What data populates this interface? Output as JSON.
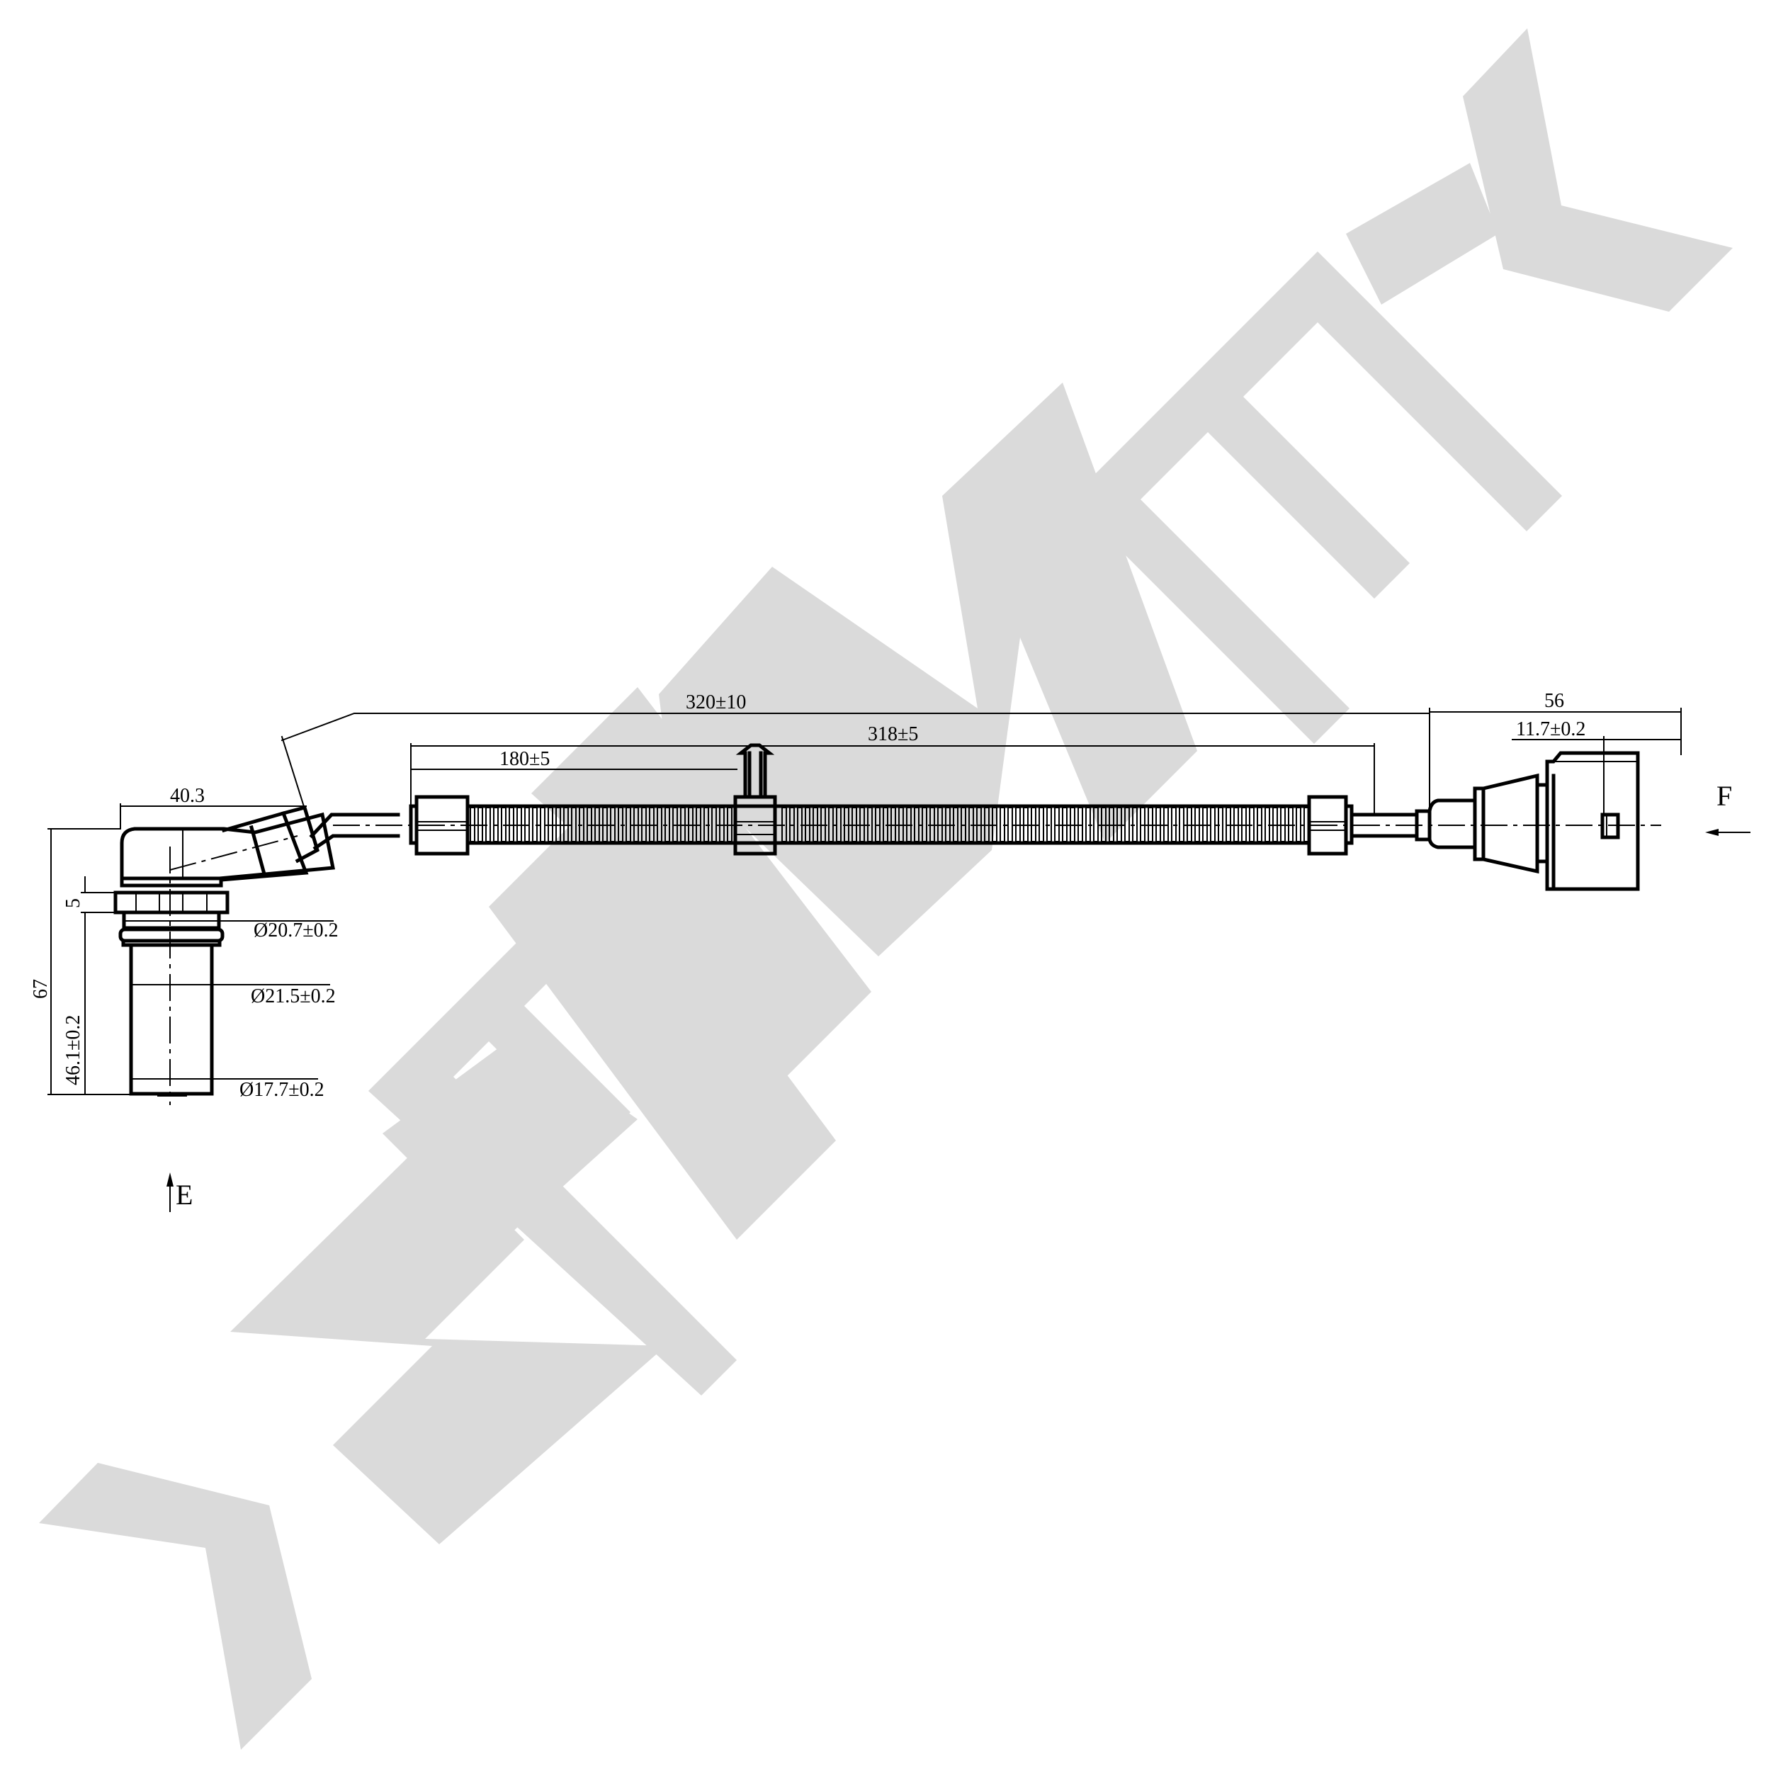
{
  "drawing": {
    "title": "Crankshaft / speed sensor with harness — dimensional drawing",
    "watermark": {
      "text": "ZENWEK",
      "color": "#dadada"
    },
    "line_color": "#000000",
    "background": "#ffffff"
  },
  "dimensions": {
    "overall_height": "67",
    "body_length": "46.1±0.2",
    "flange_thickness": "5",
    "head_width": "40.3",
    "dia_flange": "Ø20.7±0.2",
    "dia_oring": "Ø21.5±0.2",
    "dia_tip": "Ø17.7±0.2",
    "cable_length": "320±10",
    "sleeve_length": "318±5",
    "clip_position": "180±5",
    "connector_length": "56",
    "connector_offset": "11.7±0.2"
  },
  "view_labels": {
    "view_e": "E",
    "view_f": "F"
  }
}
